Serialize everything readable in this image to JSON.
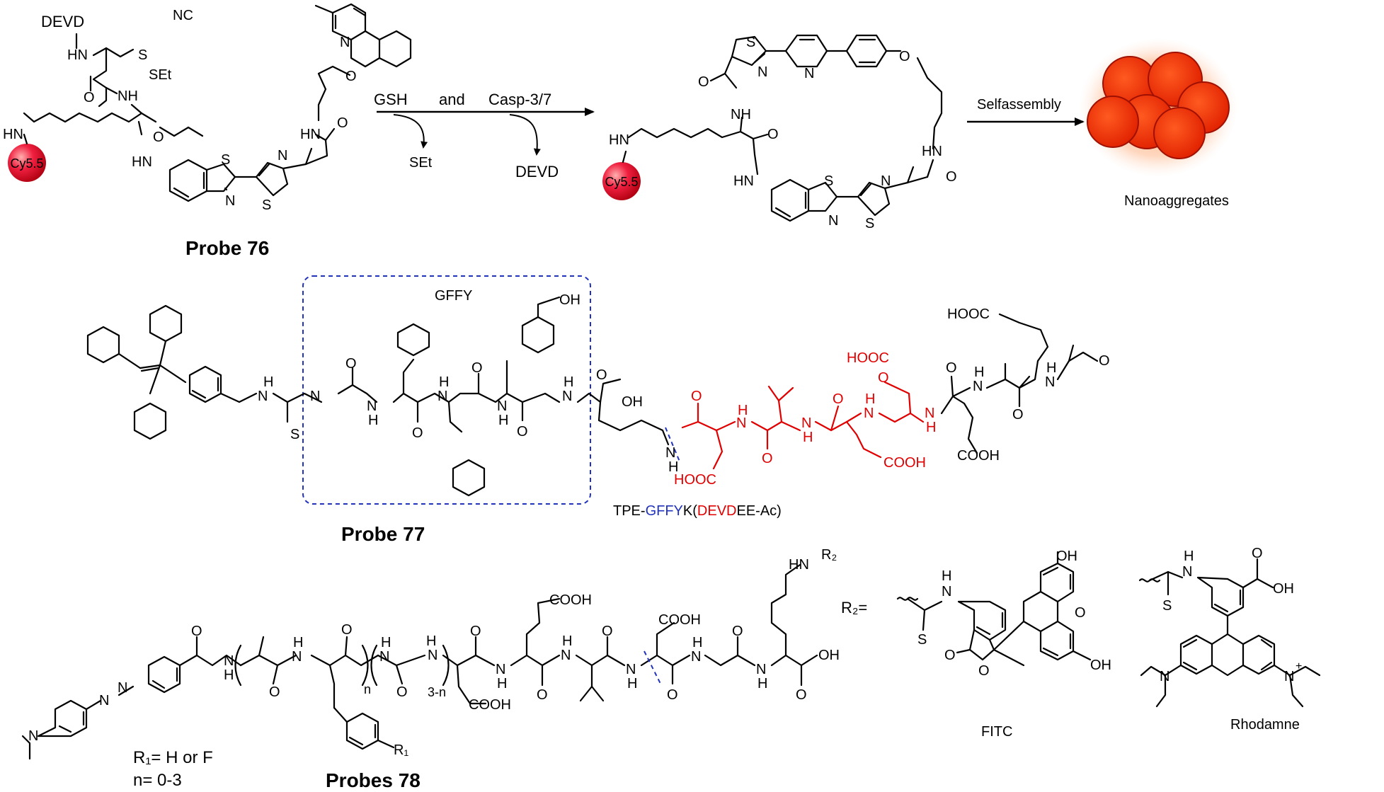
{
  "colors": {
    "black": "#000000",
    "red": "#e00000",
    "blue": "#2233bb",
    "sphere": "#e0102a",
    "nano": "#ee2200",
    "glow": "#ff8040"
  },
  "probe76": {
    "caption": "Probe 76",
    "atoms": {
      "devd": "DEVD",
      "hn_top": "HN",
      "s": "S",
      "set": "SEt",
      "nc": "NC",
      "n_quin": "N",
      "o_ether": "O",
      "nh_amide1": "NH",
      "hn_lys": "HN",
      "o1": "O",
      "o2": "O",
      "hn_btz": "HN",
      "s_btz": "S",
      "n_btz": "N",
      "n_thz": "N",
      "s_thz": "S",
      "hn_link": "HN",
      "o_link": "O",
      "dye": "Cy5.5"
    }
  },
  "reaction": {
    "reagent1": "GSH",
    "conj": "and",
    "reagent2": "Casp-3/7",
    "byproduct1": "SEt",
    "byproduct2": "DEVD"
  },
  "cyclized": {
    "atoms": {
      "s_top": "S",
      "n_top": "N",
      "n_quin": "N",
      "o_ether": "O",
      "o1": "O",
      "nh1": "NH",
      "hn_lys": "HN",
      "o2": "O",
      "hn_link": "HN",
      "o_link": "O",
      "hn_btz": "HN",
      "s_btz": "S",
      "n_btz": "N",
      "n_thz": "N",
      "s_thz": "S",
      "dye": "Cy5.5"
    }
  },
  "assembly": {
    "arrow_label": "Selfassembly",
    "product": "Nanoaggregates"
  },
  "probe77": {
    "caption": "Probe 77",
    "box_label": "GFFY",
    "seq_parts": [
      "TPE-",
      "GFFY",
      "K(",
      "DEVD",
      "EE-Ac)"
    ],
    "atoms": {
      "oh_tyr": "OH",
      "h_thiourea": "H",
      "n_thiourea": "N",
      "s_thiourea": "S",
      "n1": "N",
      "o1": "O",
      "n2": "N",
      "h2": "H",
      "n3": "N",
      "h3": "H",
      "o2": "O",
      "n4": "N",
      "h4": "H",
      "o3": "O",
      "o4": "O",
      "n5": "N",
      "h5": "H",
      "o_acid": "O",
      "oh_acid": "OH",
      "n_lys": "N",
      "h_lys": "H",
      "o_r1": "O",
      "n_r1": "N",
      "h_r1": "H",
      "hooc_r1": "HOOC",
      "o_r2": "O",
      "n_r2": "N",
      "h_r2": "H",
      "hooc_r3": "HOOC",
      "o_r3": "O",
      "n_r3": "N",
      "h_r3": "H",
      "cooh_r3": "COOH",
      "o_r4": "O",
      "n_r4": "N",
      "h_r4": "H",
      "hooc_e1": "HOOC",
      "o_e1": "O",
      "n_e1": "N",
      "h_e1": "H",
      "o_e2": "O",
      "n_e2": "N",
      "h_e2": "H",
      "o_ac": "O",
      "cooh_e2": "COOH"
    }
  },
  "probes78": {
    "caption": "Probes 78",
    "r1_def": "R₁= H or F",
    "n_def": "n= 0-3",
    "r2_eq": "R₂=",
    "atoms": {
      "nme2": "N",
      "azo1": "N",
      "azo2": "N",
      "o1": "O",
      "n1": "N",
      "h1": "H",
      "o2": "O",
      "h_n2": "H",
      "n2": "N",
      "o3": "O",
      "nsub": "n",
      "h_n3": "H",
      "n3": "N",
      "o4": "O",
      "three_n": "3-n",
      "h_n4": "H",
      "n4": "N",
      "o5": "O",
      "cooh_asp": "COOH",
      "cooh_glu": "COOH",
      "n5": "N",
      "h5": "H",
      "o6": "O",
      "n6": "N",
      "h6": "H",
      "o7": "O",
      "cooh_asp2": "COOH",
      "n7": "N",
      "h7": "H",
      "o8": "O",
      "n8": "N",
      "h8": "H",
      "o9": "O",
      "oh_c": "OH",
      "hn_r2": "HN",
      "r2": "R₂",
      "r1": "R₁"
    },
    "fitc": {
      "name": "FITC",
      "hn": "H",
      "n": "N",
      "s": "S",
      "o_lac": "O",
      "o_co": "O",
      "o_xan": "O",
      "oh1": "OH",
      "oh2": "OH"
    },
    "rhodamine": {
      "name": "Rhodamne",
      "h": "H",
      "n": "N",
      "s": "S",
      "o": "O",
      "oh": "OH",
      "n_left": "N",
      "n_right": "N",
      "plus": "+"
    }
  }
}
